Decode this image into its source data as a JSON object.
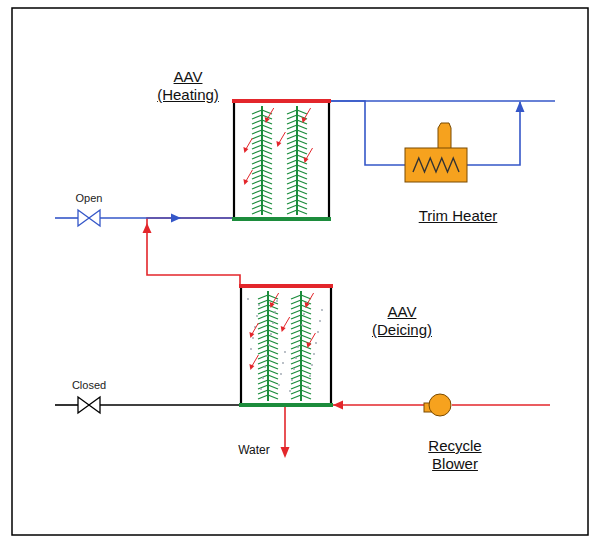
{
  "diagram": {
    "nodes": [
      {
        "text": [
          "AAV (Heating)"
        ]
      },
      {
        "text": [
          "Open"
        ]
      },
      {
        "text": [
          "Trim Heater"
        ]
      },
      {
        "text": [
          "AAV (Deicing)"
        ]
      },
      {
        "text": [
          "Closed"
        ]
      },
      {
        "text": [
          "Recycle Blower"
        ]
      }
    ],
    "edges": [
      {
        "from": 1,
        "to": 0,
        "arrow": "to"
      },
      {
        "from": 0,
        "to": 2,
        "arrow": "none"
      },
      {
        "from": 3,
        "to": 0,
        "arrow": "to"
      },
      {
        "from": 4,
        "to": 3,
        "arrow": "none"
      },
      {
        "from": 5,
        "to": 3,
        "arrow": "to"
      }
    ],
    "labels": [
      "Water"
    ]
  }
}
